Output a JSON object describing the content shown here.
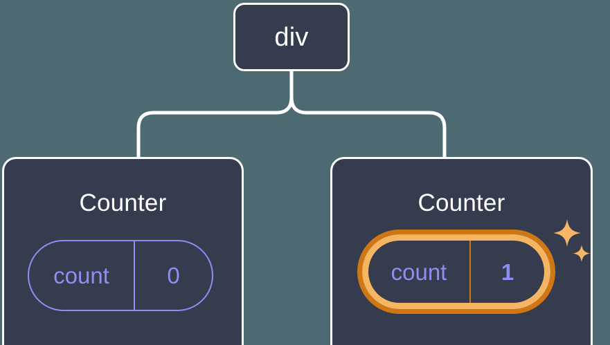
{
  "diagram": {
    "type": "component-tree",
    "background_color": "#4d6a72",
    "node_fill_color": "#343c4d",
    "node_border_color": "#ffffff",
    "state_color": "#8b8ff5",
    "highlight_outer_color": "#cf7714",
    "highlight_inner_color": "#f6b563",
    "sparkle_color": "#f7b568",
    "connector_color": "#ffffff"
  },
  "root": {
    "label": "div"
  },
  "children": [
    {
      "title": "Counter",
      "state": {
        "key": "count",
        "value": "0",
        "highlighted": false
      }
    },
    {
      "title": "Counter",
      "state": {
        "key": "count",
        "value": "1",
        "highlighted": true
      },
      "sparkles": {
        "icon_large": "sparkle-icon",
        "icon_small": "sparkle-icon-small"
      }
    }
  ]
}
